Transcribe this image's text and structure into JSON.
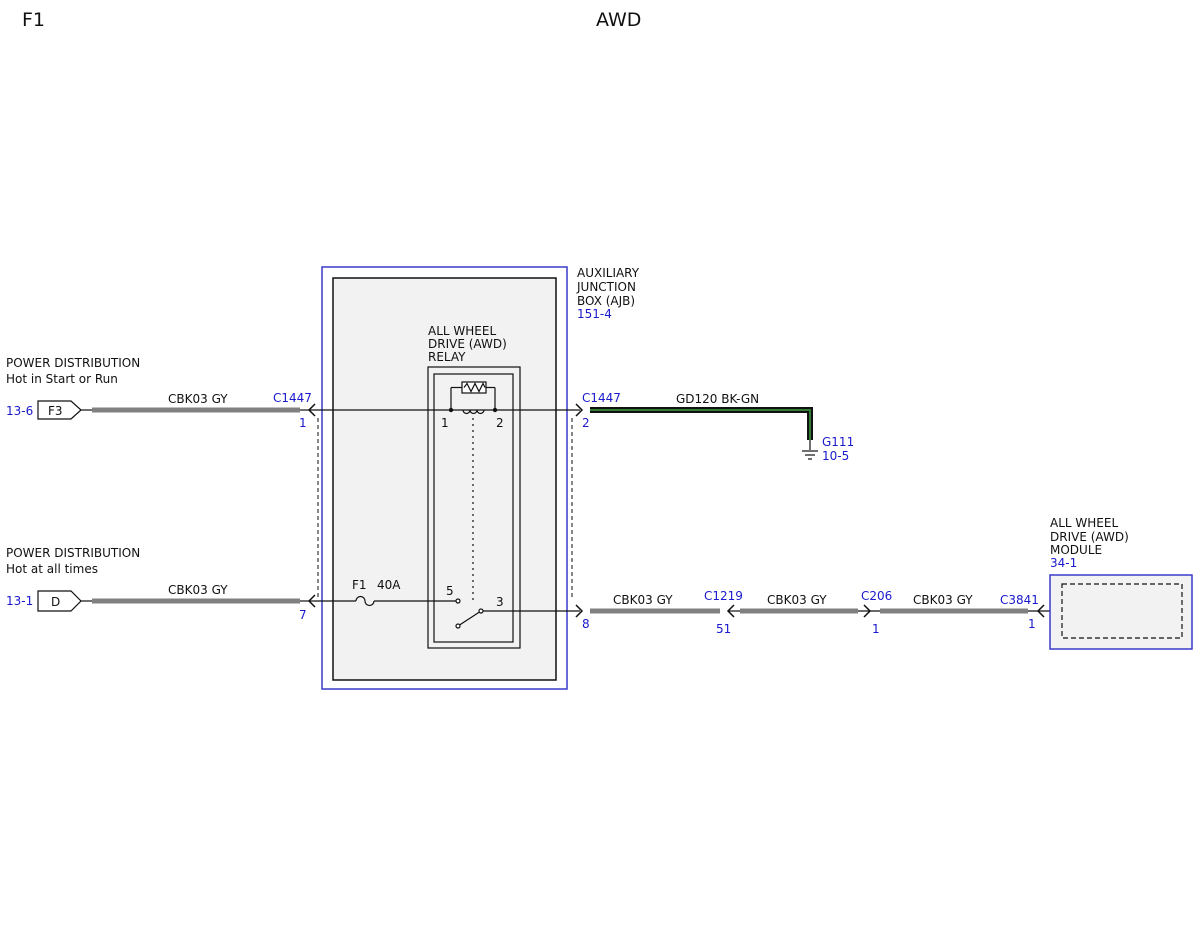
{
  "page": {
    "id": "F1",
    "title": "AWD"
  },
  "colors": {
    "ref_blue": "#1a1acc",
    "wire_gray": "#808080",
    "ground_green": "#2e7d32",
    "box_fill": "#f2f2f2",
    "box_border": "#3a3acc"
  },
  "sources": {
    "top": {
      "line1": "POWER DISTRIBUTION",
      "line2": "Hot in Start or Run",
      "ref": "13-6",
      "fuse": "F3"
    },
    "bottom": {
      "line1": "POWER DISTRIBUTION",
      "line2": "Hot at all times",
      "ref": "13-1",
      "fuse": "D"
    }
  },
  "ajb": {
    "line1": "AUXILIARY",
    "line2": "JUNCTION",
    "line3": "BOX (AJB)",
    "ref": "151-4"
  },
  "relay": {
    "line1": "ALL WHEEL",
    "line2": "DRIVE (AWD)",
    "line3": "RELAY",
    "pins": {
      "p1": "1",
      "p2": "2",
      "p3": "3",
      "p5": "5"
    }
  },
  "fuse_f1": {
    "name": "F1",
    "rating": "40A"
  },
  "wires": {
    "top_in": "CBK03  GY",
    "bottom_in": "CBK03  GY",
    "ground": "GD120  BK-GN",
    "out1": "CBK03  GY",
    "out2": "CBK03  GY",
    "out3": "CBK03  GY"
  },
  "connectors": {
    "c1447_left": {
      "name": "C1447",
      "pin_top": "1",
      "pin_bottom": "7"
    },
    "c1447_right": {
      "name": "C1447",
      "pin_top": "2",
      "pin_bottom": "8"
    },
    "c1219": {
      "name": "C1219",
      "pin": "51"
    },
    "c206": {
      "name": "C206",
      "pin": "1"
    },
    "c3841": {
      "name": "C3841",
      "pin": "1"
    }
  },
  "ground": {
    "name": "G111",
    "ref": "10-5"
  },
  "module": {
    "line1": "ALL WHEEL",
    "line2": "DRIVE (AWD)",
    "line3": "MODULE",
    "ref": "34-1"
  }
}
